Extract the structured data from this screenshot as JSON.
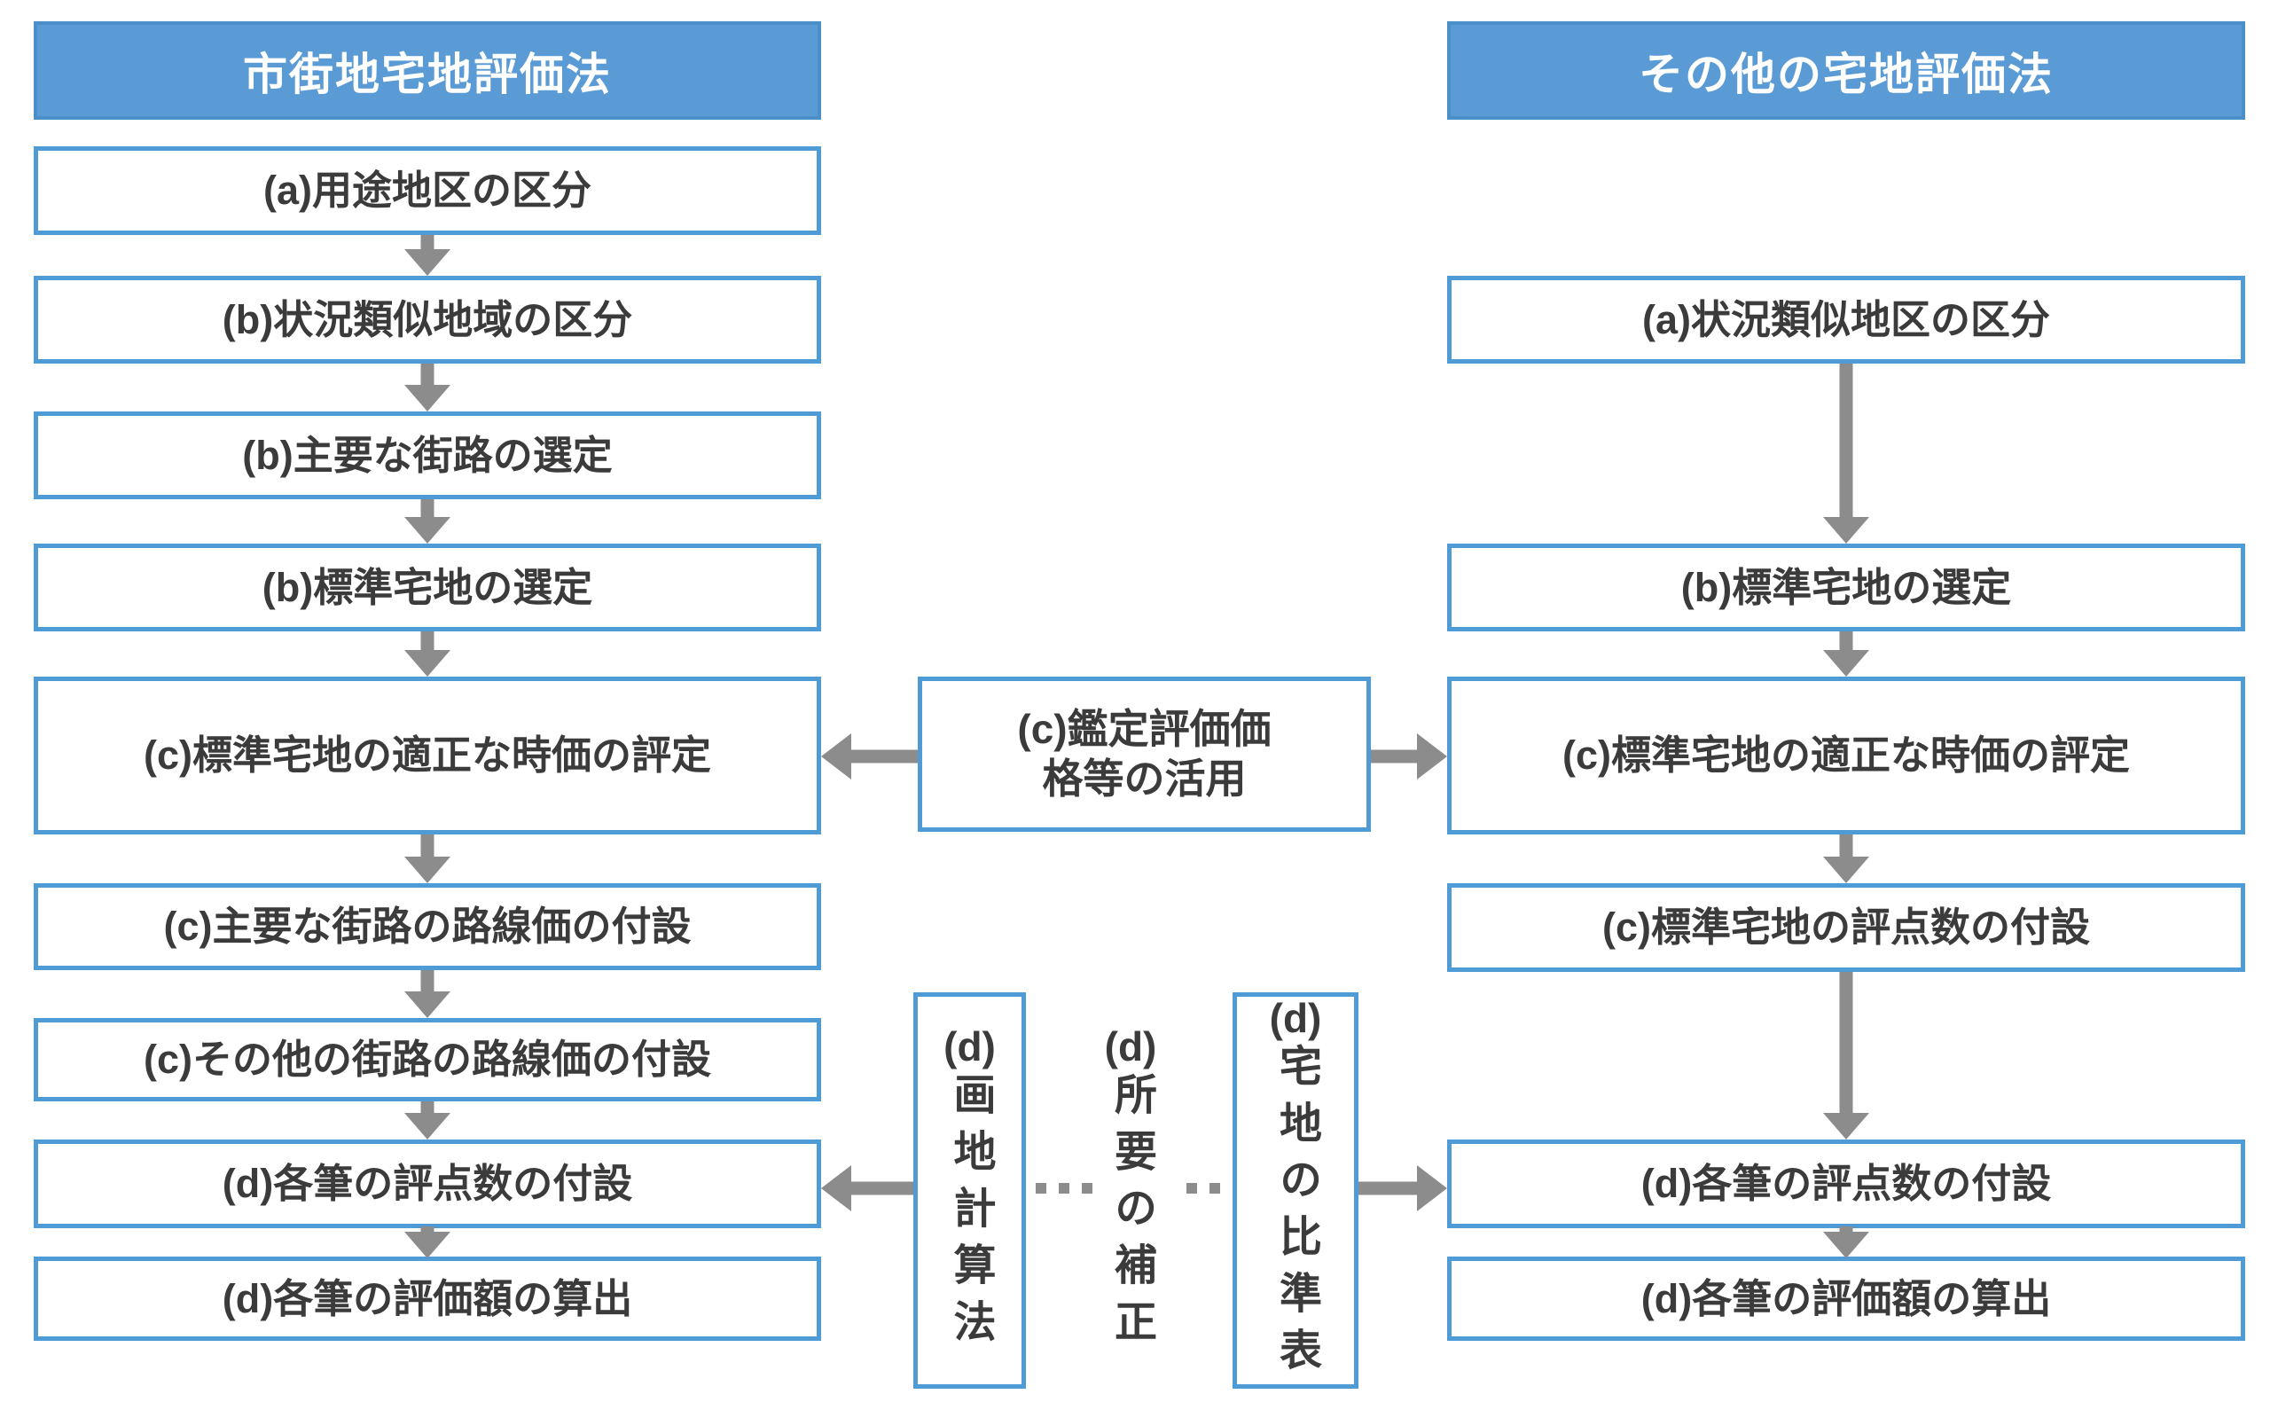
{
  "colors": {
    "header_blue": "#5B9BD5",
    "header_edge": "#4A8FC7",
    "box_border": "#4F9BD5",
    "arrow_gray": "#8C8C8C",
    "text_dark": "#3B3B3B"
  },
  "left_column": {
    "header": "市街地宅地評価法",
    "steps": [
      "(a)用途地区の区分",
      "(b)状況類似地域の区分",
      "(b)主要な街路の選定",
      "(b)標準宅地の選定",
      "(c)標準宅地の適正な時価の評定",
      "(c)主要な街路の路線価の付設",
      "(c)その他の街路の路線価の付設",
      "(d)各筆の評点数の付設",
      "(d)各筆の評価額の算出"
    ]
  },
  "right_column": {
    "header": "その他の宅地評価法",
    "steps": [
      "(a)状況類似地区の区分",
      "(b)標準宅地の選定",
      "(c)標準宅地の適正な時価の評定",
      "(c)標準宅地の評点数の付設",
      "(d)各筆の評点数の付設",
      "(d)各筆の評価額の算出"
    ]
  },
  "middle": {
    "appraisal_lines": [
      "(c)鑑定評価価",
      "格等の活用"
    ],
    "vertical_items": [
      {
        "prefix": "(d)",
        "text": "画地計算法"
      },
      {
        "prefix": "(d)",
        "text": "所要の補正"
      },
      {
        "prefix": "(d)",
        "text": "宅地の比準表"
      }
    ]
  }
}
